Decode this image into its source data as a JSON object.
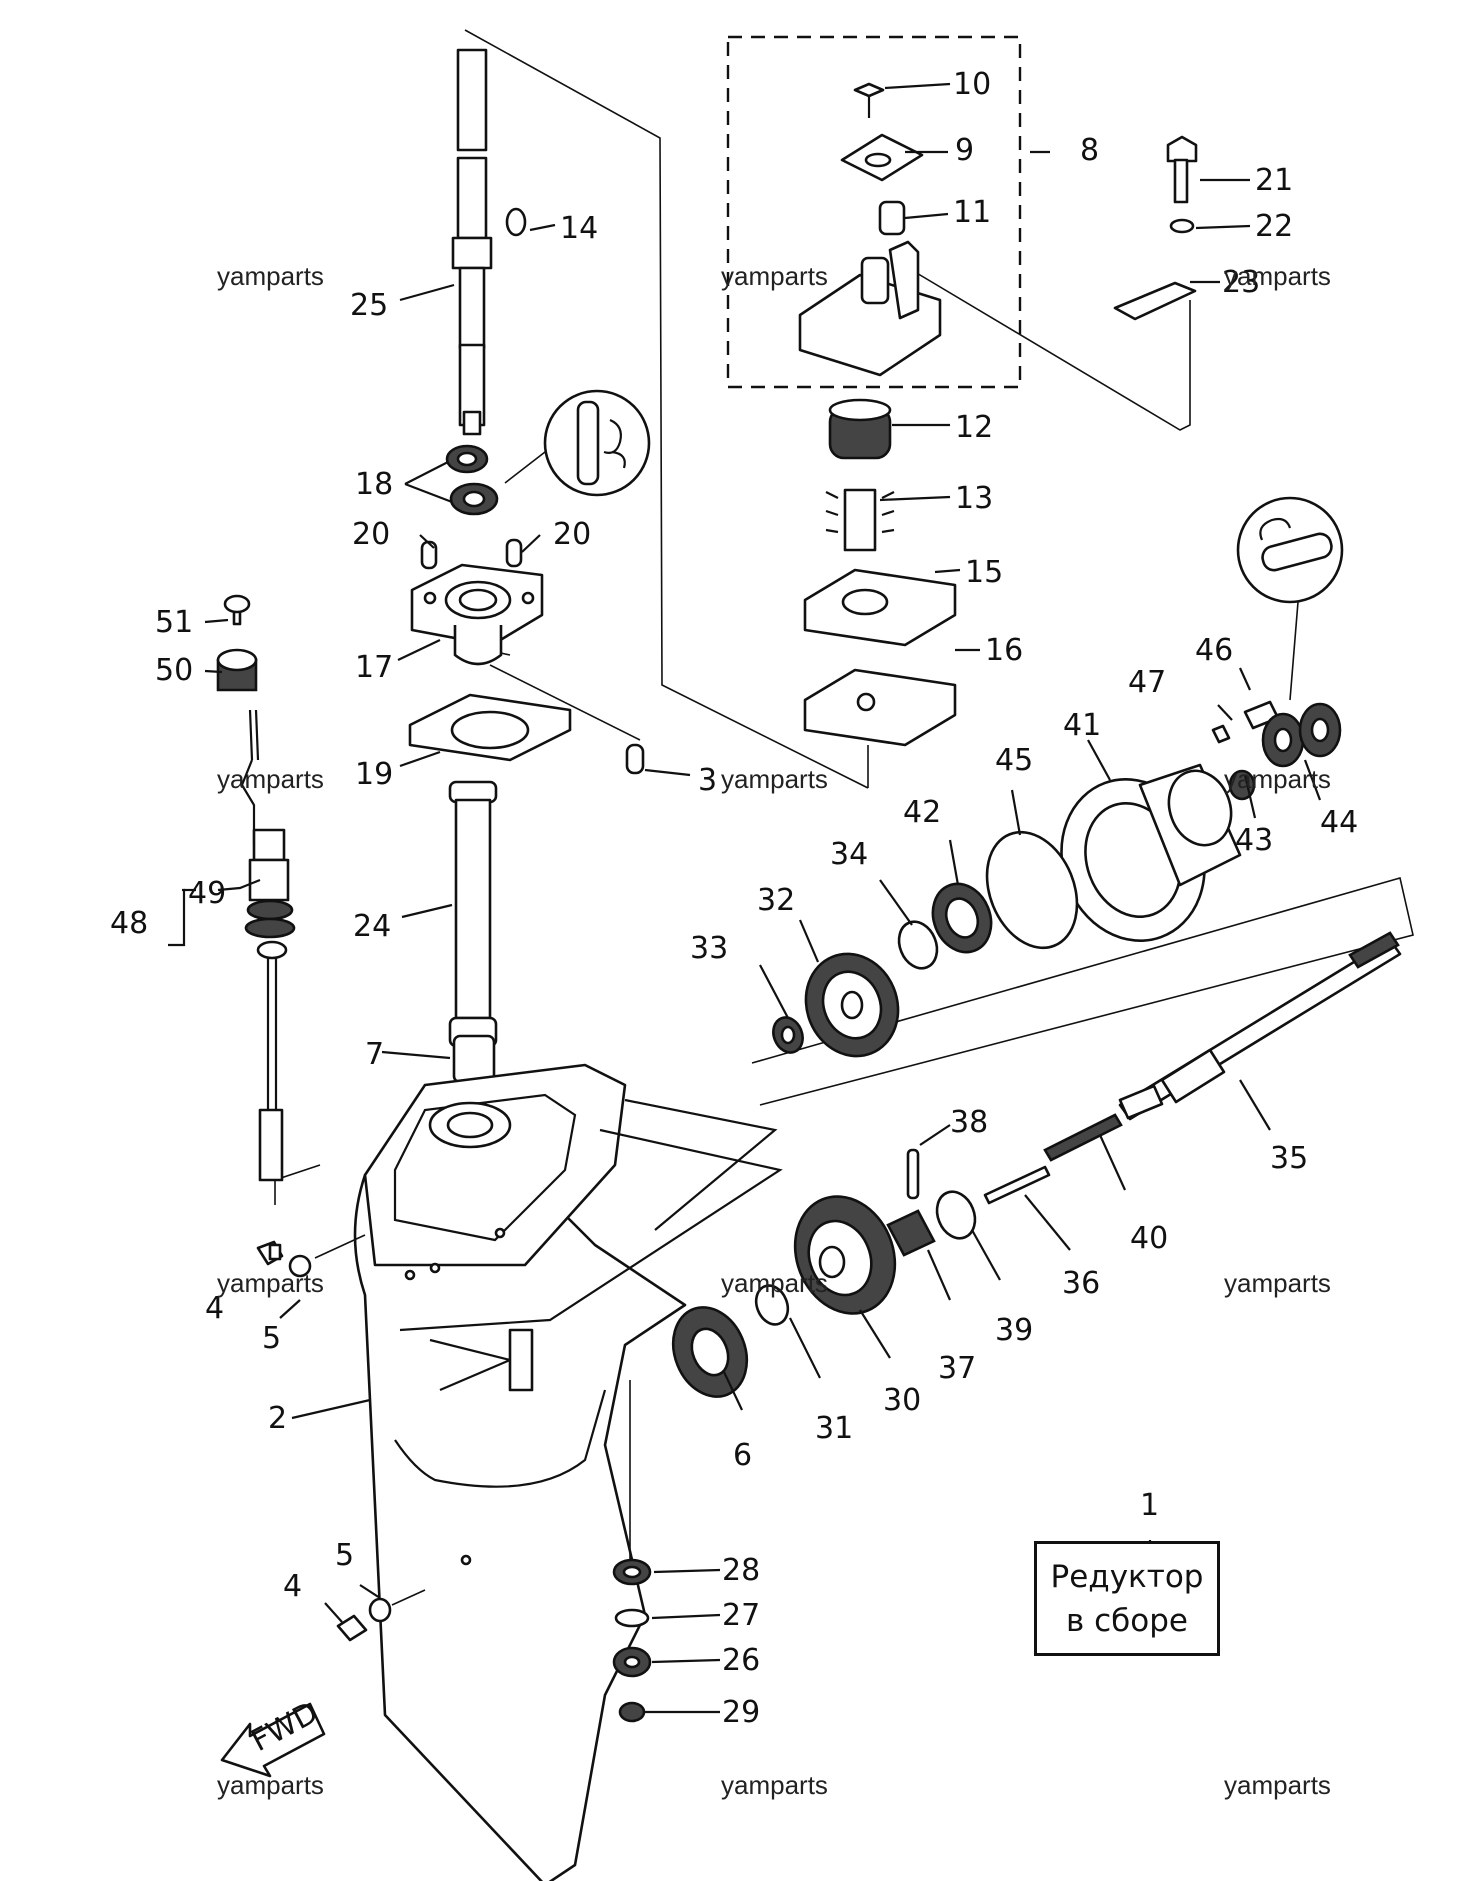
{
  "parts": {
    "p1": "1",
    "p2": "2",
    "p3": "3",
    "p4a": "4",
    "p4b": "4",
    "p5a": "5",
    "p5b": "5",
    "p6": "6",
    "p7": "7",
    "p8": "8",
    "p9": "9",
    "p10": "10",
    "p11": "11",
    "p12": "12",
    "p13": "13",
    "p14": "14",
    "p15": "15",
    "p16": "16",
    "p17": "17",
    "p18": "18",
    "p19": "19",
    "p20a": "20",
    "p20b": "20",
    "p21": "21",
    "p22": "22",
    "p23": "23",
    "p24": "24",
    "p25": "25",
    "p26": "26",
    "p27": "27",
    "p28": "28",
    "p29": "29",
    "p30": "30",
    "p31": "31",
    "p32": "32",
    "p33": "33",
    "p34": "34",
    "p35": "35",
    "p36": "36",
    "p37": "37",
    "p38": "38",
    "p39": "39",
    "p40": "40",
    "p41": "41",
    "p42": "42",
    "p43": "43",
    "p44": "44",
    "p45": "45",
    "p46": "46",
    "p47": "47",
    "p48": "48",
    "p49": "49",
    "p50": "50",
    "p51": "51"
  },
  "watermark": "yamparts",
  "assembly_label": {
    "line1": "Редуктор",
    "line2": "в сборе"
  },
  "fwd_label": "FWD"
}
